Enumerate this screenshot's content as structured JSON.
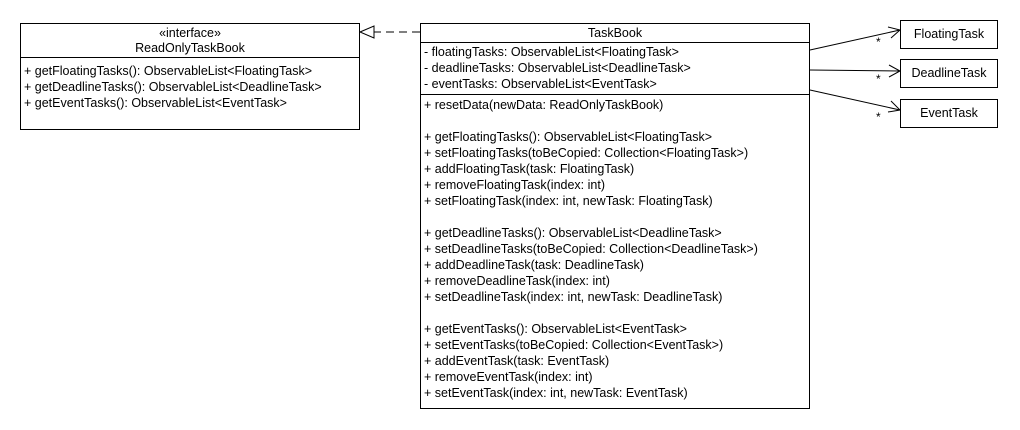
{
  "interface_box": {
    "stereotype": "«interface»",
    "name": "ReadOnlyTaskBook",
    "methods": [
      "+ getFloatingTasks(): ObservableList<FloatingTask>",
      "+ getDeadlineTasks(): ObservableList<DeadlineTask>",
      "+ getEventTasks(): ObservableList<EventTask>"
    ]
  },
  "taskbook_box": {
    "name": "TaskBook",
    "attributes": [
      "- floatingTasks: ObservableList<FloatingTask>",
      "- deadlineTasks: ObservableList<DeadlineTask>",
      "- eventTasks: ObservableList<EventTask>"
    ],
    "methods": [
      "+ resetData(newData: ReadOnlyTaskBook)",
      "",
      "+ getFloatingTasks(): ObservableList<FloatingTask>",
      "+ setFloatingTasks(toBeCopied: Collection<FloatingTask>)",
      "+ addFloatingTask(task: FloatingTask)",
      "+ removeFloatingTask(index: int)",
      "+ setFloatingTask(index: int, newTask: FloatingTask)",
      "",
      "+ getDeadlineTasks(): ObservableList<DeadlineTask>",
      "+ setDeadlineTasks(toBeCopied: Collection<DeadlineTask>)",
      "+ addDeadlineTask(task: DeadlineTask)",
      "+ removeDeadlineTask(index: int)",
      "+ setDeadlineTask(index: int, newTask: DeadlineTask)",
      "",
      "+ getEventTasks(): ObservableList<EventTask>",
      "+ setEventTasks(toBeCopied: Collection<EventTask>)",
      "+ addEventTask(task: EventTask)",
      "+ removeEventTask(index: int)",
      "+ setEventTask(index: int, newTask: EventTask)"
    ]
  },
  "associated_classes": [
    {
      "name": "FloatingTask",
      "multiplicity": "*"
    },
    {
      "name": "DeadlineTask",
      "multiplicity": "*"
    },
    {
      "name": "EventTask",
      "multiplicity": "*"
    }
  ]
}
